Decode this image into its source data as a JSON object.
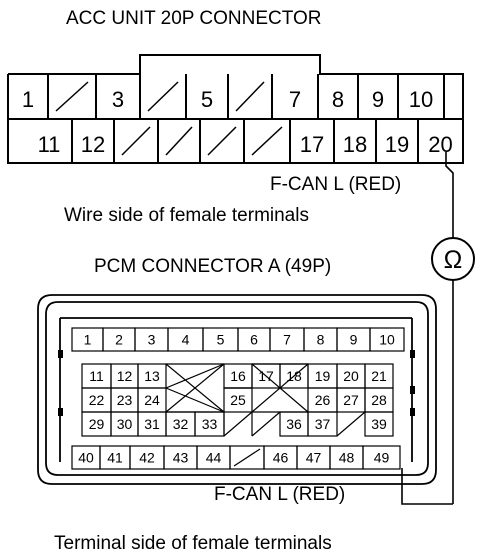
{
  "acc": {
    "title": "ACC UNIT 20P CONNECTOR",
    "row1": [
      "1",
      "",
      "3",
      "",
      "5",
      "",
      "7",
      "8",
      "9",
      "10"
    ],
    "row2": [
      "11",
      "12",
      "",
      "",
      "",
      "",
      "17",
      "18",
      "19",
      "20"
    ],
    "wire_label": "F-CAN L (RED)",
    "caption": "Wire side of female terminals"
  },
  "meter": {
    "symbol": "Ω",
    "name": "ohmmeter"
  },
  "pcm": {
    "title": "PCM CONNECTOR A (49P)",
    "row1": [
      "1",
      "2",
      "3",
      "4",
      "5",
      "6",
      "7",
      "8",
      "9",
      "10"
    ],
    "row2": [
      "11",
      "12",
      "13",
      "",
      "",
      "16",
      "17",
      "18",
      "19",
      "20",
      "21"
    ],
    "row3": [
      "22",
      "23",
      "24",
      "",
      "",
      "25",
      "",
      "",
      "26",
      "27",
      "28"
    ],
    "row4": [
      "29",
      "30",
      "31",
      "32",
      "33",
      "",
      "",
      "36",
      "37",
      "",
      "39"
    ],
    "row5": [
      "40",
      "41",
      "42",
      "43",
      "44",
      "",
      "46",
      "47",
      "48",
      "49"
    ],
    "wire_label": "F-CAN L (RED)",
    "caption": "Terminal side of female terminals"
  }
}
